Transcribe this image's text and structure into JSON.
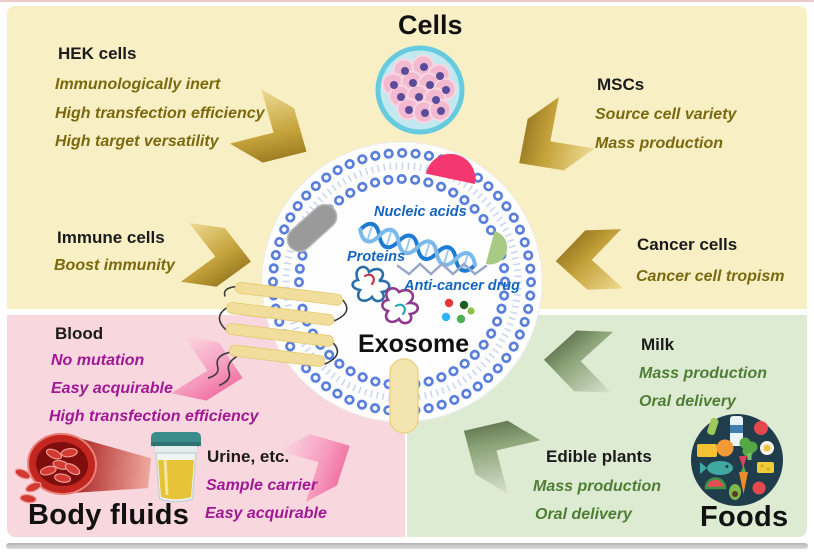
{
  "figure": {
    "center_label": "Exosome",
    "cargo": {
      "nucleic": "Nucleic acids",
      "proteins": "Proteins",
      "drug": "Anti-cancer drug"
    }
  },
  "sections": {
    "cells": {
      "title": "Cells",
      "bg": "#F8EFC5",
      "accent_text": "#7A690F",
      "groups": {
        "hek": {
          "heading": "HEK cells",
          "items": [
            "Immunologically inert",
            "High transfection efficiency",
            "High target versatility"
          ]
        },
        "msc": {
          "heading": "MSCs",
          "items": [
            "Source cell variety",
            "Mass production"
          ]
        },
        "immune": {
          "heading": "Immune cells",
          "items": [
            "Boost immunity"
          ]
        },
        "cancer": {
          "heading": "Cancer cells",
          "items": [
            "Cancer cell tropism"
          ]
        }
      }
    },
    "body_fluids": {
      "title": "Body fluids",
      "bg": "#F9D7DE",
      "accent_text": "#A01894",
      "groups": {
        "blood": {
          "heading": "Blood",
          "items": [
            "No mutation",
            "Easy acquirable",
            "High transfection efficiency"
          ]
        },
        "urine": {
          "heading": "Urine, etc.",
          "items": [
            "Sample carrier",
            "Easy acquirable"
          ]
        }
      }
    },
    "foods": {
      "title": "Foods",
      "bg": "#DEEBD3",
      "accent_text": "#4F7D35",
      "groups": {
        "milk": {
          "heading": "Milk",
          "items": [
            "Mass production",
            "Oral delivery"
          ]
        },
        "edible": {
          "heading": "Edible plants",
          "items": [
            "Mass production",
            "Oral delivery"
          ]
        }
      }
    }
  },
  "icons": {
    "cell_culture": "cell-culture-dish-icon",
    "blood_vessel": "blood-vessel-icon",
    "urine_cup": "urine-sample-cup-icon",
    "foods_collage": "foods-collage-icon",
    "exosome_membrane": "lipid-bilayer-ring-icon",
    "dna": "dna-helix-icon",
    "protein_ribbon": "protein-ribbon-icon",
    "drug_dots": "drug-molecule-dots-icon",
    "arrow": "chevron-arrow-icon"
  },
  "palette": {
    "arrow_gold_dark": "#7C5E0E",
    "arrow_gold_light": "#EEDB93",
    "arrow_pink_dark": "#EC4E8C",
    "arrow_pink_light": "#FBD9E3",
    "arrow_green_dark": "#3F5230",
    "arrow_green_light": "#D8E2D0",
    "membrane_blue": "#5B80DC",
    "cargo_text_blue": "#1565C0"
  }
}
